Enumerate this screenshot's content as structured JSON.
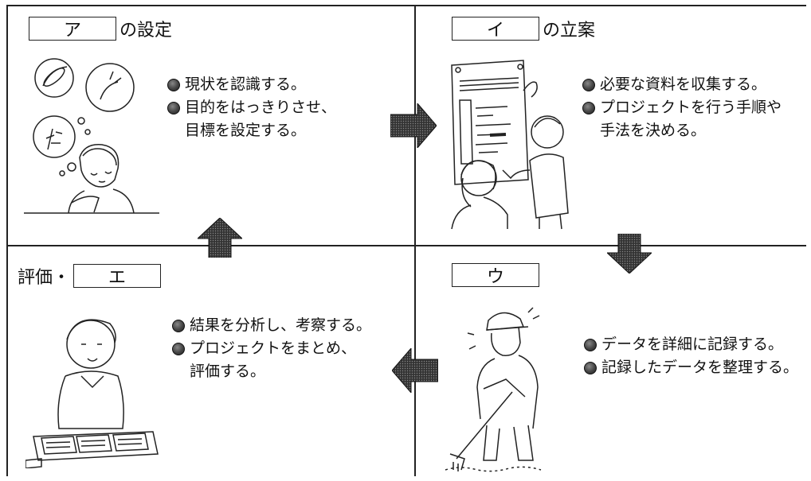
{
  "steps": [
    {
      "blank": "ア",
      "suffix": "の設定",
      "bullets": [
        "現状を認識する。",
        "目的をはっきりさせ、"
      ],
      "continuation": "目標を設定する。"
    },
    {
      "blank": "イ",
      "suffix": "の立案",
      "bullets": [
        "必要な資料を収集する。",
        "プロジェクトを行う手順や"
      ],
      "continuation": "手法を決める。"
    },
    {
      "blank": "ウ",
      "suffix": "",
      "bullets": [
        "データを詳細に記録する。",
        "記録したデータを整理する。"
      ],
      "continuation": ""
    },
    {
      "prefix": "評価・",
      "blank": "エ",
      "bullets": [
        "結果を分析し、考察する。",
        "プロジェクトをまとめ、"
      ],
      "continuation": "評価する。"
    }
  ],
  "colors": {
    "line": "#222222",
    "arrow": "#555555",
    "bullet": "#444444"
  },
  "icons": [
    "thinking-person-illustration",
    "poster-hanging-illustration",
    "field-worker-illustration",
    "reading-person-illustration"
  ]
}
